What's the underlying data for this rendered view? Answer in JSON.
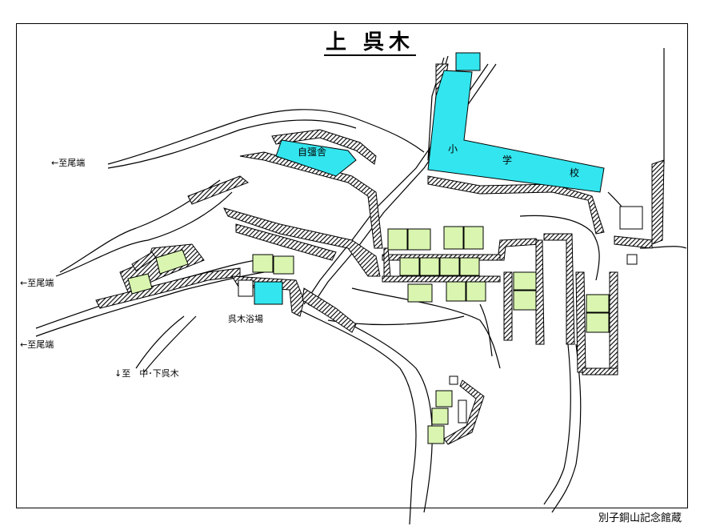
{
  "title": "上 呉木",
  "credit": "別子銅山記念館蔵",
  "labels": {
    "dorm": "自彊舎",
    "school_1": "小",
    "school_2": "学",
    "school_3": "校",
    "bath": "呉木浴場",
    "to_oji_1": "←至尾端",
    "to_oji_2": "←至尾端",
    "to_oji_3": "←至尾端",
    "to_lower": "↓至　中･下呉木"
  },
  "colors": {
    "public_building": "#33e5ee",
    "house": "#d9f5b0",
    "road_line": "#000000",
    "wall_hatch": "#000000"
  }
}
